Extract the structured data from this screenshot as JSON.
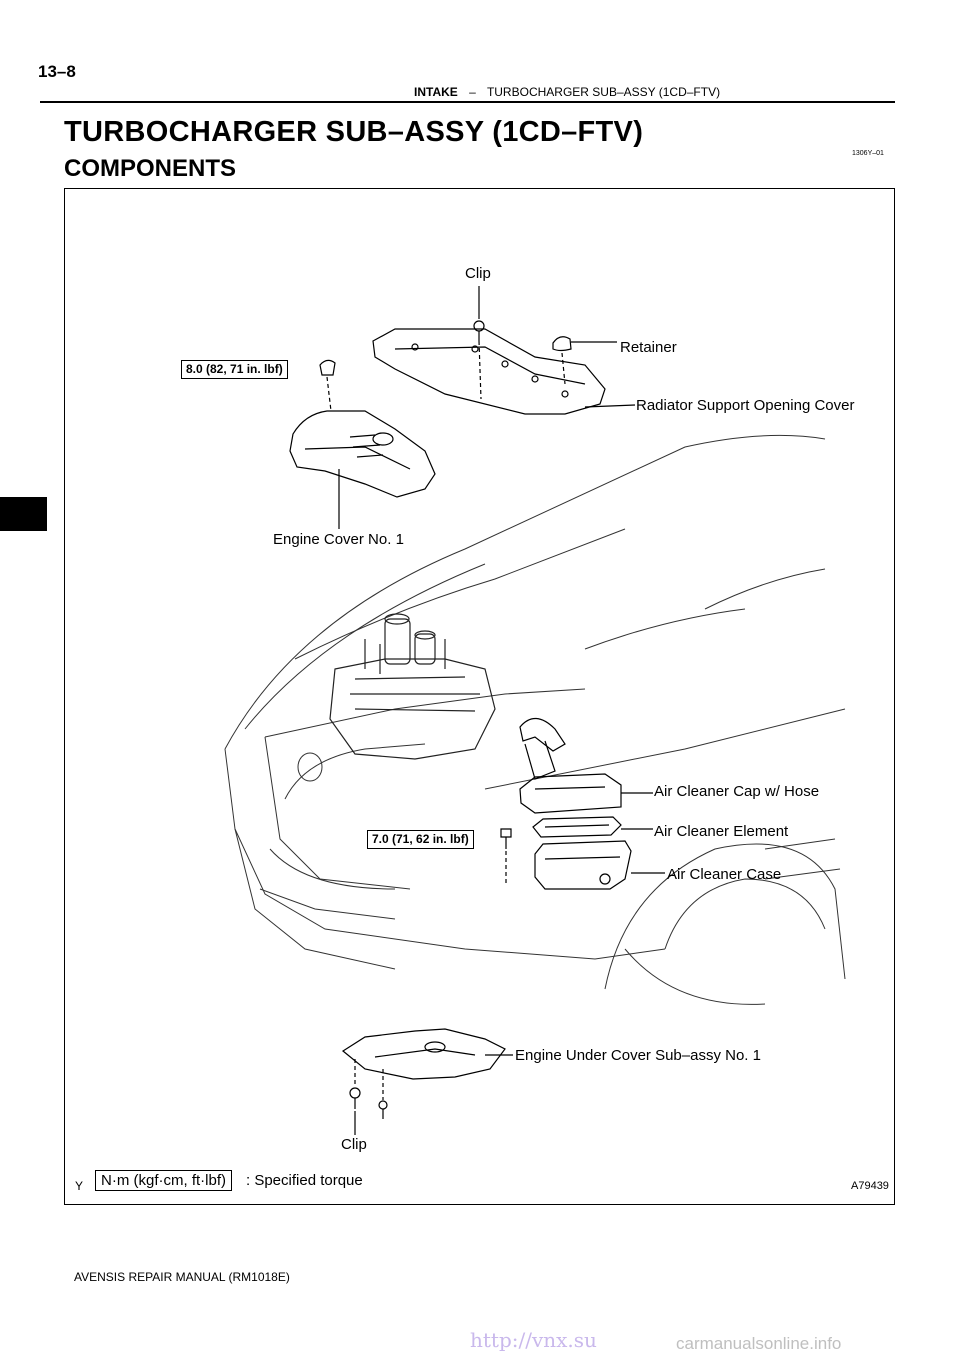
{
  "header": {
    "page_number": "13–8",
    "section": "INTAKE",
    "separator": "–",
    "subsection": "TURBOCHARGER SUB–ASSY (1CD–FTV)"
  },
  "title": "TURBOCHARGER SUB–ASSY (1CD–FTV)",
  "doc_code": "1306Y–01",
  "section_title": "COMPONENTS",
  "figure": {
    "labels": {
      "clip_top": "Clip",
      "retainer": "Retainer",
      "radiator_cover": "Radiator Support Opening Cover",
      "engine_cover": "Engine Cover No. 1",
      "air_cleaner_cap": "Air Cleaner Cap w/ Hose",
      "air_cleaner_element": "Air Cleaner Element",
      "air_cleaner_case": "Air Cleaner Case",
      "under_cover": "Engine Under Cover Sub–assy No. 1",
      "clip_bottom": "Clip"
    },
    "torque_engine_cover": "8.0 (82, 71 in. lbf)",
    "torque_air_cleaner": "7.0 (71, 62 in. lbf)",
    "legend_unit": "N·m (kgf·cm, ft·lbf)",
    "legend_text": ": Specified torque",
    "corner_mark": "Y",
    "figure_id": "A79439"
  },
  "footer": {
    "manual": "AVENSIS REPAIR MANUAL   (RM1018E)",
    "url_mark": "http://vnx.su",
    "watermark": "carmanualsonline.info"
  }
}
